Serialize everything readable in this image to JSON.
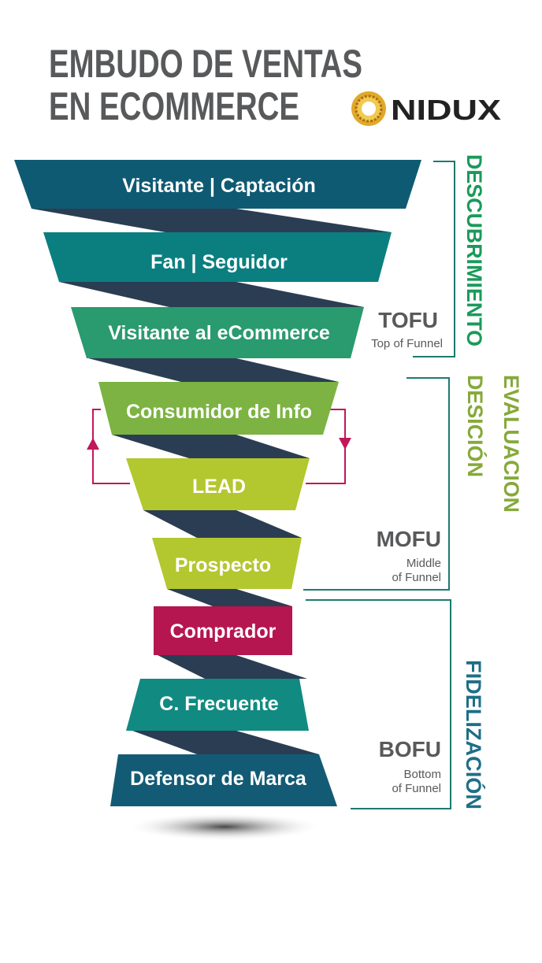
{
  "title": {
    "line1": "EMBUDO DE VENTAS",
    "line2": "EN ECOMMERCE"
  },
  "logo": {
    "text": "NIDUX",
    "icon": "sun-flower-icon"
  },
  "stages": [
    {
      "label": "Visitante | Captación",
      "color": "#0f5a73"
    },
    {
      "label": "Fan | Seguidor",
      "color": "#0b7f80"
    },
    {
      "label": "Visitante al eCommerce",
      "color": "#2a9a6f"
    },
    {
      "label": "Consumidor de Info",
      "color": "#7cb342"
    },
    {
      "label": "LEAD",
      "color": "#b3c72f"
    },
    {
      "label": "Prospecto",
      "color": "#b3c72f"
    },
    {
      "label": "Comprador",
      "color": "#b5164f"
    },
    {
      "label": "C. Frecuente",
      "color": "#118a82"
    },
    {
      "label": "Defensor de Marca",
      "color": "#135b74"
    }
  ],
  "sections": {
    "tofu": {
      "code": "TOFU",
      "desc": "Top of Funnel",
      "phase": "DESCUBRIMIENTO",
      "color": "#1a9a5a"
    },
    "mofu": {
      "code": "MOFU",
      "desc1": "Middle",
      "desc2": "of Funnel",
      "phase1": "EVALUACION",
      "phase2": "DESICIÓN",
      "color": "#86a93a"
    },
    "bofu": {
      "code": "BOFU",
      "desc1": "Bottom",
      "desc2": "of Funnel",
      "phase": "FIDELIZACIÓN",
      "color": "#1e6e86"
    }
  },
  "colors": {
    "ribbon": "#2b3d52",
    "loop": "#c0185a",
    "bracket": "#1d7a6f",
    "text": "#58595b"
  }
}
